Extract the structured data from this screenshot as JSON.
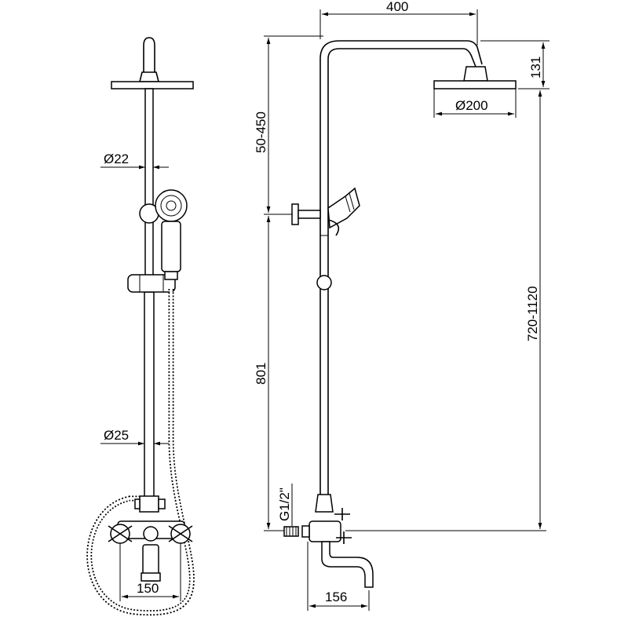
{
  "dimensions": {
    "arm_length": "400",
    "head_drop": "131",
    "head_diameter": "Ø200",
    "slide_range": "50-450",
    "total_height": "720-1120",
    "bar_height": "801",
    "connection_thread": "G1/2\"",
    "spout_length": "156",
    "bar_diameter_top": "Ø22",
    "bar_diameter_bottom": "Ø25",
    "mixer_centers": "150"
  }
}
